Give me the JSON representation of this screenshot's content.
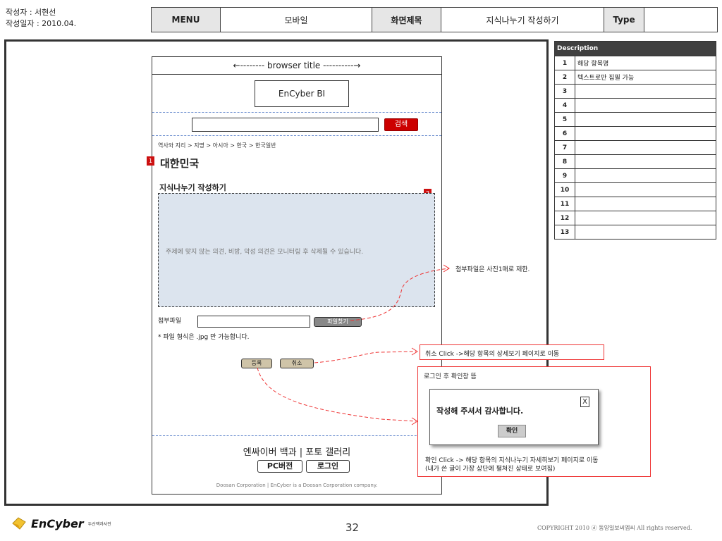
{
  "meta": {
    "author": "작성자 : 서현선",
    "date": "작성일자 : 2010.04."
  },
  "header": {
    "menu_label": "MENU",
    "menu_value": "모바일",
    "screen_label": "화면제목",
    "screen_value": "지식나누기 작성하기",
    "type_label": "Type",
    "type_value": ""
  },
  "phone": {
    "browser_title": "←-------- browser title ----------→",
    "bi": "EnCyber BI",
    "search_placeholder": "",
    "search_button": "검색",
    "breadcrumb": "역사와 지리 > 지명 > 아시아 > 한국 > 한국일반",
    "marker1": "1",
    "page_title": "대한민국",
    "section_title": "지식나누기 작성하기",
    "marker2": "2",
    "textarea_hint": "주제에 맞지 않는 의견, 비방, 악성 의견은 모니터링 후 삭제될 수 있습니다.",
    "file_label": "첨부파일",
    "file_button": "파일찾기",
    "file_note": "* 파일 형식은 .jpg 만 가능합니다.",
    "submit_button": "등록",
    "cancel_button": "취소",
    "footer_links": "엔싸이버 백과 | 포토 갤러리",
    "pc_button": "PC버전",
    "login_button": "로그인",
    "copyright": "Doosan Corporation | EnCyber is a Doosan Corporation company."
  },
  "description": {
    "title": "Description",
    "rows": [
      {
        "n": "1",
        "text": "해당 항목명"
      },
      {
        "n": "2",
        "text": "텍스트로만 집필 가능"
      },
      {
        "n": "3",
        "text": ""
      },
      {
        "n": "4",
        "text": ""
      },
      {
        "n": "5",
        "text": ""
      },
      {
        "n": "6",
        "text": ""
      },
      {
        "n": "7",
        "text": ""
      },
      {
        "n": "8",
        "text": ""
      },
      {
        "n": "9",
        "text": ""
      },
      {
        "n": "10",
        "text": ""
      },
      {
        "n": "11",
        "text": ""
      },
      {
        "n": "12",
        "text": ""
      },
      {
        "n": "13",
        "text": ""
      }
    ]
  },
  "annotations": {
    "attach": "첨부파일은 사진1매로 제한.",
    "cancel": "취소 Click ->해당 항목의 상세보기 페이지로 이동",
    "login": "로그인 후 확인창 뜸",
    "dialog_message": "작성해 주셔서 감사합니다.",
    "dialog_close": "X",
    "dialog_ok": "확인",
    "confirm1": "확인 Click ->  해당 항목의 지식나누기 자세히보기 페이지로 이동",
    "confirm2": "(내가 쓴 글이 가장 상단에 펼쳐진 상태로 보여짐)"
  },
  "footer": {
    "logo": "EnCyber",
    "logo_sub": "두산백과사전",
    "page": "32",
    "copyright": "COPYRIGHT 2010 ⓓ 동양일보씨엠씨 All rights reserved."
  },
  "colors": {
    "accent_red": "#cc1111",
    "textarea_bg": "#dce4ee",
    "table_header": "#404040"
  }
}
